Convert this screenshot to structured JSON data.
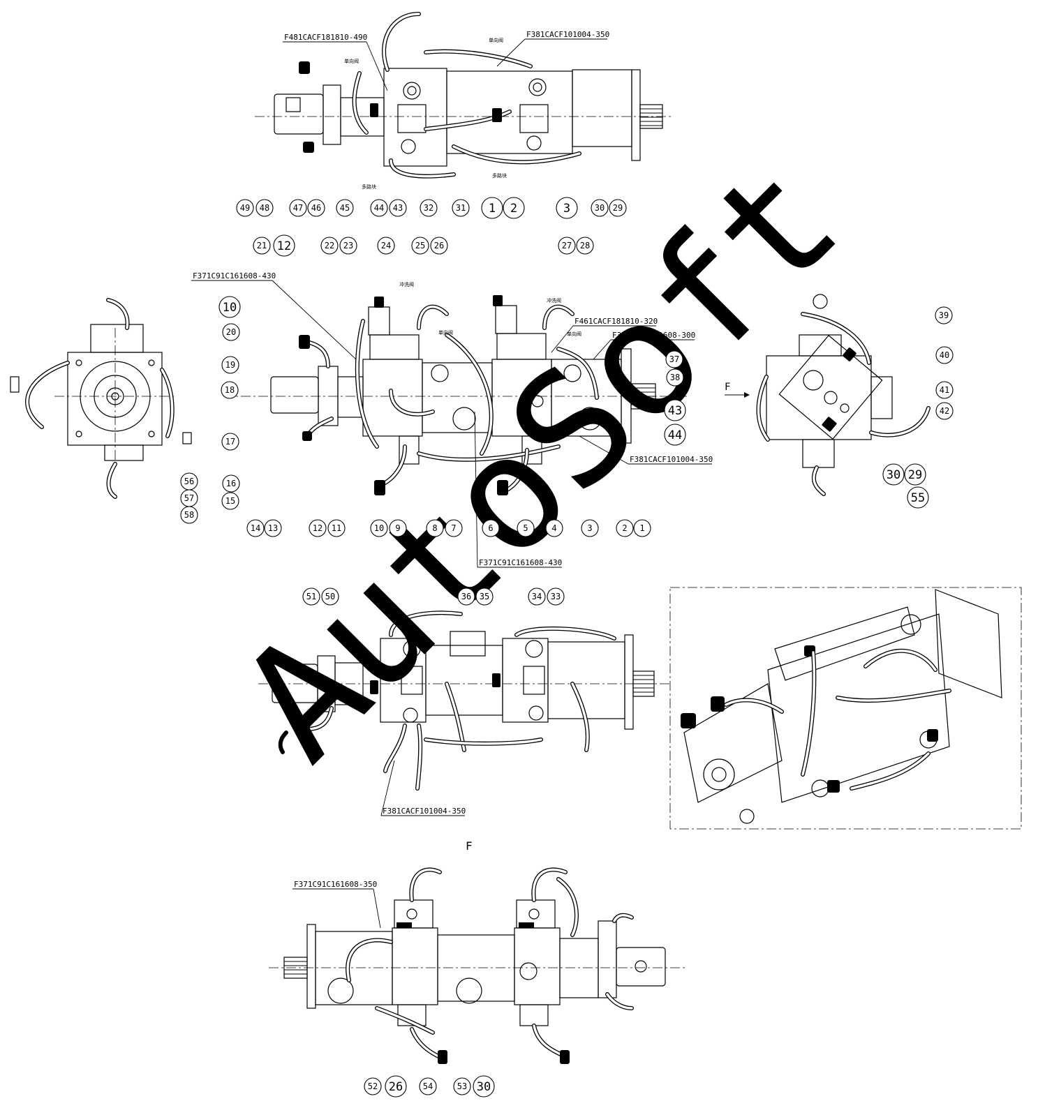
{
  "callout_numbers": {
    "top_view": [
      "49",
      "48",
      "47",
      "46",
      "45",
      "44",
      "43",
      "32",
      "31",
      "1",
      "2",
      "3",
      "30",
      "29"
    ],
    "main_view_top": [
      "21",
      "12",
      "22",
      "23",
      "24",
      "25",
      "26",
      "27",
      "28"
    ],
    "main_view_left": [
      "10",
      "20",
      "19",
      "18",
      "17",
      "16",
      "15"
    ],
    "main_view_bottom": [
      "14",
      "13",
      "12",
      "11",
      "10",
      "9",
      "8",
      "7",
      "6",
      "5",
      "4",
      "3",
      "2",
      "1"
    ],
    "main_view_right": [
      "37",
      "38",
      "43",
      "44"
    ],
    "left_end_view": [
      "56",
      "57",
      "58"
    ],
    "right_end_view": [
      "39",
      "40",
      "41",
      "42",
      "30",
      "29",
      "55"
    ],
    "lower_view": [
      "51",
      "50",
      "36",
      "35",
      "34",
      "33"
    ],
    "bottom_view": [
      "52",
      "26",
      "54",
      "53",
      "30"
    ]
  },
  "part_codes": {
    "top_hose_left": "F481CACF181810-490",
    "top_hose_right": "F381CACF101004-350",
    "main_hose_left": "F371C91C161608-430",
    "main_hose_right_a": "F461CACF181810-320",
    "main_hose_right_b": "F371C91C161608-300",
    "main_hose_right_c": "F381CACF101004-350",
    "main_hose_bottom": "F371C91C161608-430",
    "lower_hose": "F381CACF101004-350",
    "bottom_hose": "F371C91C161608-350"
  },
  "view_labels": {
    "arrow_f": "F",
    "section_f": "F"
  },
  "chinese_notes": {
    "check_valve": "单向阀",
    "multi_valve": "多路块",
    "flush_valve": "冲洗阀"
  },
  "watermark": "AutoSoft"
}
